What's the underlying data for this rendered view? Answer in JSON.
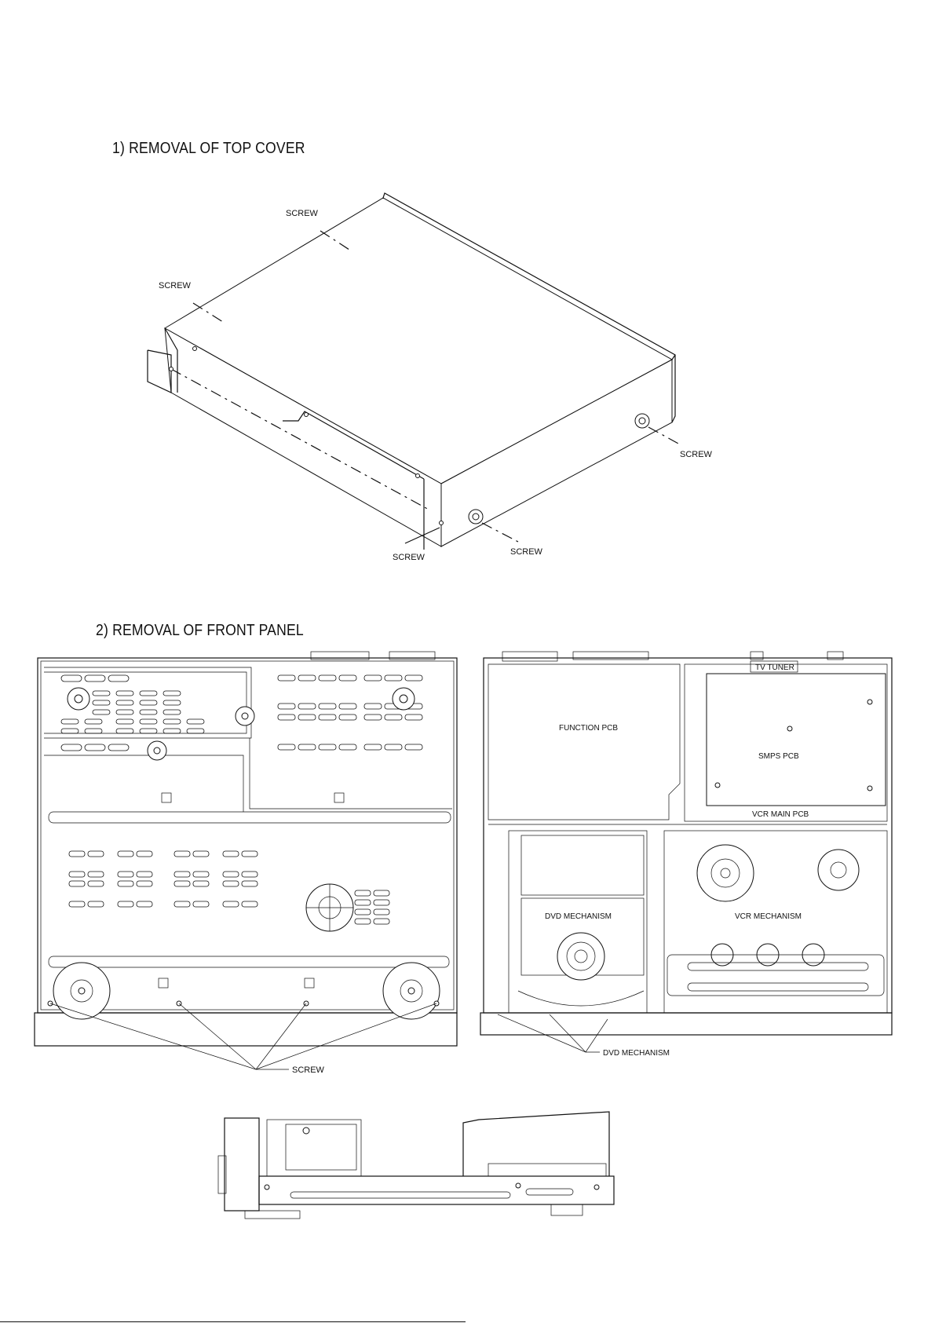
{
  "steps": {
    "step1_title": "1) REMOVAL OF TOP COVER",
    "step2_title": "2) REMOVAL OF FRONT PANEL"
  },
  "fig_top_cover": {
    "screw_label_1": "SCREW",
    "screw_label_2": "SCREW",
    "screw_label_3": "SCREW",
    "screw_label_4": "SCREW",
    "screw_label_5": "SCREW"
  },
  "fig_bottom_view": {
    "screw_label": "SCREW"
  },
  "fig_top_view": {
    "tv_tuner": "TV TUNER",
    "function_pcb": "FUNCTION PCB",
    "smps_pcb": "SMPS PCB",
    "vcr_main_pcb": "VCR MAIN PCB",
    "dvd_mechanism": "DVD MECHANISM",
    "vcr_mechanism": "VCR MECHANISM",
    "dvd_mechanism_callout": "DVD MECHANISM"
  }
}
